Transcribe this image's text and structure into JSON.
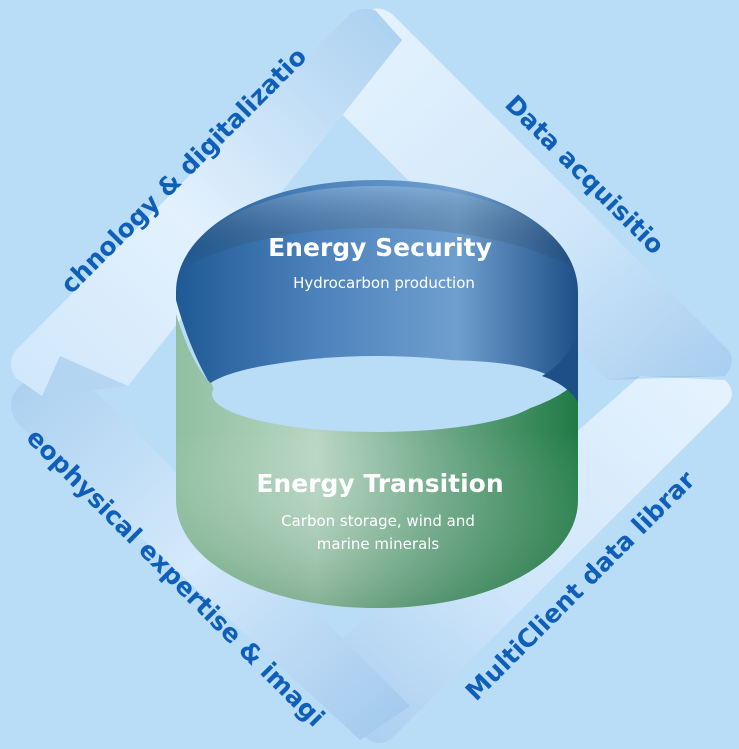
{
  "outer_ring": {
    "top_left": "Technology & digitalization",
    "top_right": "Data acquisition",
    "bottom_left": "Geophysical expertise & imaging",
    "bottom_right": "MultiClient data library"
  },
  "core": {
    "top": {
      "title": "Energy Security",
      "subtitle": "Hydrocarbon production"
    },
    "bottom": {
      "title": "Energy Transition",
      "subtitle_line1": "Carbon storage, wind and",
      "subtitle_line2": "marine minerals"
    }
  },
  "colors": {
    "background": "#b9dcf7",
    "band_text": "#0f5fb8",
    "security_blue": "#3f75ad",
    "transition_green": "#5a9f77"
  }
}
